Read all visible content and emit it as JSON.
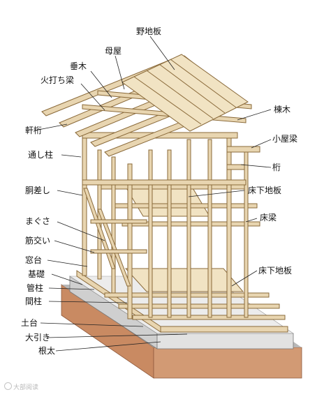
{
  "labels": {
    "nojiita": "野地板",
    "moya": "母屋",
    "taruki": "垂木",
    "hiuchibari": "火打ち梁",
    "munagi": "棟木",
    "nokigeta": "軒桁",
    "koyabari": "小屋梁",
    "toshibashira": "通し柱",
    "keta": "桁",
    "dosashi": "胴差し",
    "yukashitajiita_upper": "床下地板",
    "magusa": "まぐさ",
    "yukabari": "床梁",
    "sujikai": "筋交い",
    "madodai": "窓台",
    "yukashitajiita_lower": "床下地板",
    "kiso": "基礎",
    "kudabashira": "管柱",
    "mabashira": "間柱",
    "dodai": "土台",
    "obiki": "大引き",
    "neda": "根太"
  },
  "watermark": "大部阅读",
  "colors": {
    "wood": "#e8d5b0",
    "wood_edge": "#8a6a3a",
    "board": "#f1e3c3",
    "foundation_top": "#d9d9d9",
    "earth": "#c98a62",
    "leader": "#222222"
  }
}
